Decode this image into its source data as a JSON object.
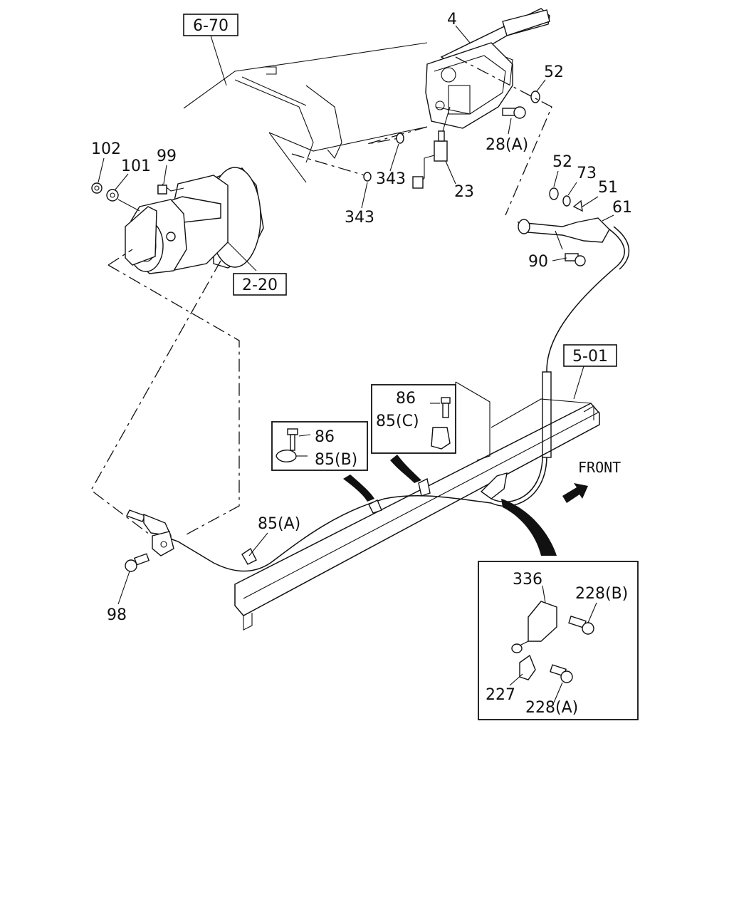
{
  "diagram": {
    "reference_boxes": [
      "6-70",
      "2-20",
      "5-01"
    ],
    "direction_label": "FRONT",
    "callouts": {
      "lever": "4",
      "washer_top": "52",
      "bolt_top": "28(A)",
      "washer_mid": "52",
      "washer_73": "73",
      "pin_51": "51",
      "clevis_61": "61",
      "bolt_90": "90",
      "switch_23": "23",
      "grommet_a": "343",
      "grommet_b": "343",
      "nut_102": "102",
      "nut_101": "101",
      "nut_99": "99",
      "bolt_98": "98",
      "clip_85a": "85(A)"
    },
    "insets": {
      "left_clip": {
        "bolt": "86",
        "clip": "85(B)"
      },
      "right_clip": {
        "bolt": "86",
        "clip": "85(C)"
      },
      "bracket": {
        "bracket": "336",
        "bolt_b": "228(B)",
        "clip": "227",
        "bolt_a": "228(A)"
      }
    }
  }
}
